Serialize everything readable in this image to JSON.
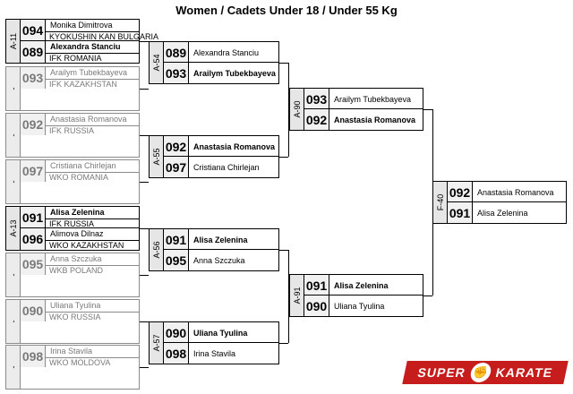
{
  "title": "Women / Cadets Under 18 / Under 55 Kg",
  "round1": [
    {
      "label": "A-11",
      "top": {
        "num": "094",
        "name": "Monika Dimitrova",
        "club": "KYOKUSHIN KAN BULGARIA"
      },
      "bot": {
        "num": "089",
        "name": "Alexandra Stanciu",
        "club": "IFK ROMANIA"
      }
    },
    {
      "label": "",
      "top": {
        "num": "093",
        "name": "Arailym Tubekbayeva",
        "club": "IFK KAZAKHSTAN"
      }
    },
    {
      "label": "",
      "top": {
        "num": "092",
        "name": "Anastasia Romanova",
        "club": "IFK RUSSIA"
      }
    },
    {
      "label": "",
      "top": {
        "num": "097",
        "name": "Cristiana Chirlejan",
        "club": "WKO ROMANIA"
      }
    },
    {
      "label": "A-13",
      "top": {
        "num": "091",
        "name": "Alisa Zelenina",
        "club": "IFK RUSSIA"
      },
      "bot": {
        "num": "096",
        "name": "Alimova Dilnaz",
        "club": "WKO KAZAKHSTAN"
      }
    },
    {
      "label": "",
      "top": {
        "num": "095",
        "name": "Anna Szczuka",
        "club": "WKB POLAND"
      }
    },
    {
      "label": "",
      "top": {
        "num": "090",
        "name": "Uliana Tyulina",
        "club": "WKO RUSSIA"
      }
    },
    {
      "label": "",
      "top": {
        "num": "098",
        "name": "Irina Stavila",
        "club": "WKO MOLDOVA"
      }
    }
  ],
  "round2": [
    {
      "label": "A-54",
      "top": {
        "num": "089",
        "name": "Alexandra Stanciu"
      },
      "bot": {
        "num": "093",
        "name": "Arailym Tubekbayeva"
      }
    },
    {
      "label": "A-55",
      "top": {
        "num": "092",
        "name": "Anastasia Romanova"
      },
      "bot": {
        "num": "097",
        "name": "Cristiana Chirlejan"
      }
    },
    {
      "label": "A-56",
      "top": {
        "num": "091",
        "name": "Alisa Zelenina"
      },
      "bot": {
        "num": "095",
        "name": "Anna Szczuka"
      }
    },
    {
      "label": "A-57",
      "top": {
        "num": "090",
        "name": "Uliana Tyulina"
      },
      "bot": {
        "num": "098",
        "name": "Irina Stavila"
      }
    }
  ],
  "round3": [
    {
      "label": "A-90",
      "top": {
        "num": "093",
        "name": "Arailym Tubekbayeva"
      },
      "bot": {
        "num": "092",
        "name": "Anastasia Romanova"
      }
    },
    {
      "label": "A-91",
      "top": {
        "num": "091",
        "name": "Alisa Zelenina"
      },
      "bot": {
        "num": "090",
        "name": "Uliana Tyulina"
      }
    }
  ],
  "final": {
    "label": "F-40",
    "top": {
      "num": "092",
      "name": "Anastasia Romanova"
    },
    "bot": {
      "num": "091",
      "name": "Alisa Zelenina"
    }
  },
  "logo": {
    "left": "SUPER",
    "right": "KARATE",
    "icon": "fist-icon"
  }
}
